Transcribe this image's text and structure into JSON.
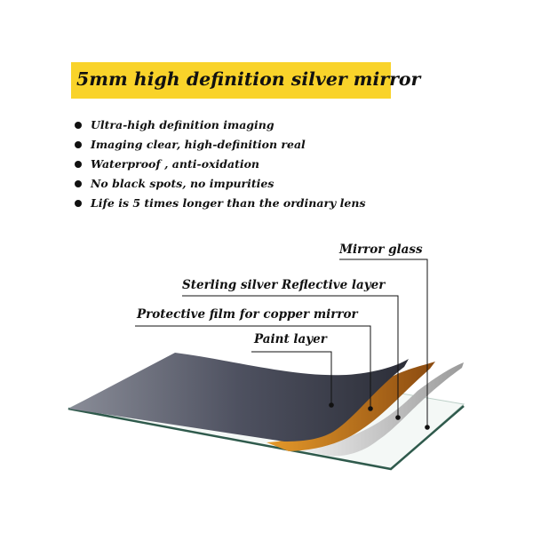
{
  "title": "5mm high definition silver mirror",
  "features": [
    "Ultra-high definition imaging",
    "Imaging clear, high-definition real",
    "Waterproof , anti-oxidation",
    "No black spots, no impurities",
    "Life is 5 times longer than the ordinary lens"
  ],
  "layers": {
    "mirror_glass": "Mirror glass",
    "silver": "Sterling silver Reflective layer",
    "copper_film": "Protective film for copper mirror",
    "paint": "Paint layer"
  },
  "colors": {
    "banner": "#f9d32a",
    "paint": "#4a4d5a",
    "copper": "#c7761a",
    "silver": "#d8d8d8",
    "glass_edge": "#2f5a4c"
  }
}
